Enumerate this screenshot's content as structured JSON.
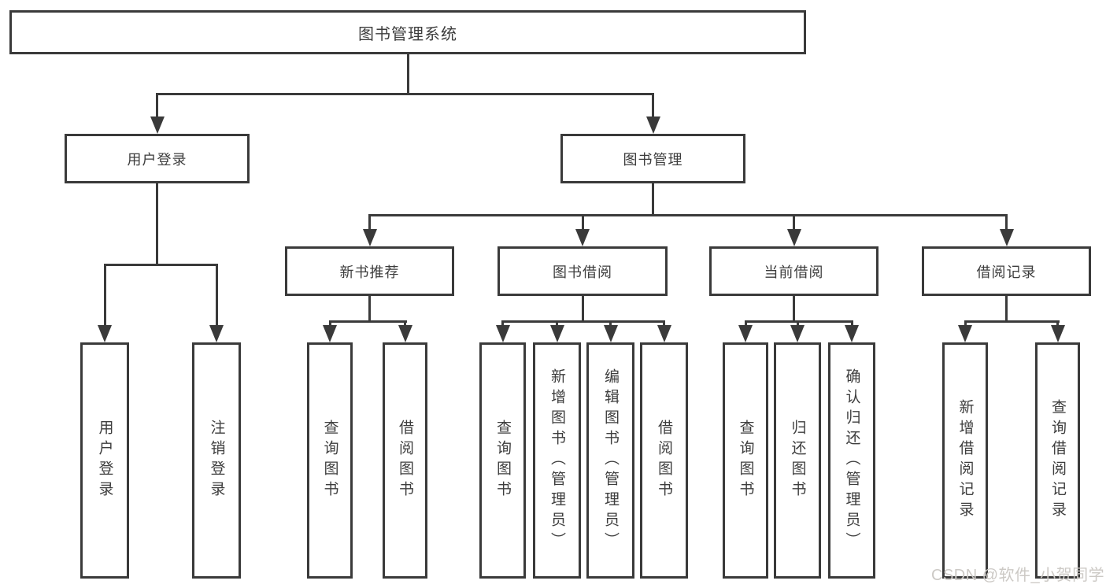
{
  "diagram": {
    "root": "图书管理系统",
    "level1": [
      "用户登录",
      "图书管理"
    ],
    "level2": [
      "新书推荐",
      "图书借阅",
      "当前借阅",
      "借阅记录"
    ],
    "leaves": {
      "user": [
        "用户登录",
        "注销登录"
      ],
      "newbook": [
        "查询图书",
        "借阅图书"
      ],
      "borrow": [
        "查询图书",
        "新增图书（管理员）",
        "编辑图书（管理员）",
        "借阅图书"
      ],
      "current": [
        "查询图书",
        "归还图书",
        "确认归还（管理员）"
      ],
      "records": [
        "新增借阅记录",
        "查询借阅记录"
      ]
    }
  },
  "watermark": "CSDN @软件_小贺同学",
  "colors": {
    "line": "#3a3a3a",
    "text": "#3d3d3d",
    "watermark": "#ccc9c5",
    "background": "#ffffff"
  }
}
